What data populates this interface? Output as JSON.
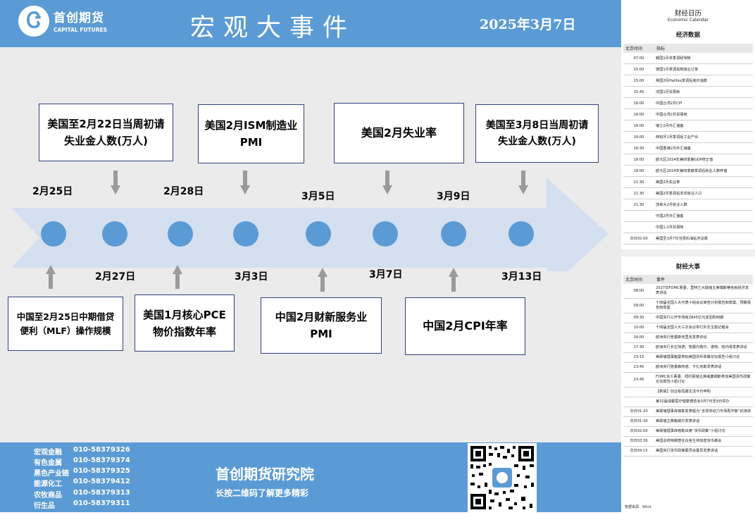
{
  "header": {
    "logo_cn": "首创期货",
    "logo_en": "CAPITAL FUTURES",
    "title": "宏观大事件",
    "date": "2025年3月7日"
  },
  "timeline_top": [
    {
      "date": "2月25日",
      "event": "美国至2月22日当周初请失业金人数(万人)"
    },
    {
      "date": "2月28日",
      "event": "美国2月ISM制造业PMI"
    },
    {
      "date": "3月5日",
      "event": "美国2月失业率"
    },
    {
      "date": "3月9日",
      "event": "美国至3月8日当周初请失业金人数(万人)"
    }
  ],
  "timeline_bottom": [
    {
      "date": "2月27日",
      "event": "中国至2月25日中期借贷便利（MLF）操作规模"
    },
    {
      "date": "3月3日",
      "event": "美国1月核心PCE物价指数年率"
    },
    {
      "date": "3月7日",
      "event": "中国2月财新服务业PMI"
    },
    {
      "date": "3月13日",
      "event": "中国2月CPI年率"
    }
  ],
  "footer": {
    "contacts": [
      {
        "dept": "宏观金融",
        "phone": "010-58379326"
      },
      {
        "dept": "有色金属",
        "phone": "010-58379374"
      },
      {
        "dept": "黑色产业链",
        "phone": "010-58379325"
      },
      {
        "dept": "能源化工",
        "phone": "010-58379412"
      },
      {
        "dept": "农牧商品",
        "phone": "010-58379313"
      },
      {
        "dept": "衍生品",
        "phone": "010-58379311"
      }
    ],
    "institute": "首创期货研究院",
    "slogan": "长按二维码了解更多精彩"
  },
  "calendar": {
    "title": "财经日历",
    "subtitle": "Economic Calendar",
    "econ_title": "经济数据",
    "col_time": "北京时间",
    "col_indicator": "指标",
    "econ_rows": [
      {
        "time": "07:00",
        "text": "韩国1月末季调经常帐"
      },
      {
        "time": "15:00",
        "text": "德国1月季调后制造业订单"
      },
      {
        "time": "15:00",
        "text": "英国2月Halifax季调后房价指数"
      },
      {
        "time": "15:45",
        "text": "法国1月贸易帐"
      },
      {
        "time": "16:00",
        "text": "中国台湾2月CPI"
      },
      {
        "time": "16:00",
        "text": "中国台湾2月贸易帐"
      },
      {
        "time": "16:00",
        "text": "瑞士2月外汇储备"
      },
      {
        "time": "16:00",
        "text": "西班牙1月季调后工业产出"
      },
      {
        "time": "16:30",
        "text": "中国香港2月外汇储备"
      },
      {
        "time": "18:00",
        "text": "欧元区2024年第四季度GDP修正值"
      },
      {
        "time": "18:00",
        "text": "欧元区2024年第四季度季调后就业人数终值"
      },
      {
        "time": "21:30",
        "text": "美国2月失业率"
      },
      {
        "time": "21:30",
        "text": "美国2月季调后非农就业人口"
      },
      {
        "time": "21:30",
        "text": "加拿大2月就业人数"
      },
      {
        "time": "",
        "text": "中国2月外汇储备"
      },
      {
        "time": "",
        "text": "中国1-2月贸易帐"
      },
      {
        "time": "次日02:00",
        "text": "美国至3月7日当周石油钻井总数"
      }
    ],
    "events_title": "财经大事",
    "col_event": "事件",
    "event_rows": [
      {
        "time": "08:00",
        "text": "2027年FOMC票委、里特兰大联储主席博斯蒂克就经济发表讲话"
      },
      {
        "time": "09:00",
        "text": "十四届全国人大代表小组会议审查计划报告和草案、预算报告和草案"
      },
      {
        "time": "09:30",
        "text": "中国央行公开市场有2845亿元逆回购到期"
      },
      {
        "time": "10:00",
        "text": "十四届全国人大三次会议举行外交主题记者会"
      },
      {
        "time": "16:00",
        "text": "欧洲央行管委斯克里克发表讲话"
      },
      {
        "time": "17:30",
        "text": "欧洲央行长拉加德、管委内格尔、诺特、帕内塔发表讲话"
      },
      {
        "time": "23:15",
        "text": "美联储理事鲍曼参加美国货币政策论坛报告小组讨论"
      },
      {
        "time": "23:45",
        "text": "欧洲央行管委森特诺、卡扎克斯发表讲话"
      },
      {
        "time": "23:45",
        "text": "FOMC永久票委、纽约联储主席威廉姆斯参加美国货币政策论坛报告小组讨论"
      },
      {
        "time": "",
        "text": "【新股】创业板恒鑫生活今日申购"
      },
      {
        "time": "",
        "text": "第32届成都医疗健康博览会3月7日至9日举办"
      },
      {
        "time": "次日01:20",
        "text": "美联储理事库格勒发表题为“全球劳动力市场再平衡”的演讲"
      },
      {
        "time": "次日01:30",
        "text": "美联储主席鲍威尔发表讲话"
      },
      {
        "time": "次日02:00",
        "text": "美联储理事库格勒出席“货币政策”小组讨论"
      },
      {
        "time": "次日03:30",
        "text": "美国总统特朗普在白宫主持加密货币峰会"
      },
      {
        "time": "次日04:15",
        "text": "美国央行货币政策委员会委员发表讲话"
      }
    ],
    "source": "数据来源：Wind"
  },
  "colors": {
    "brand_blue": "#5b9bd5",
    "arrow": "#d4dff0",
    "box_border": "#30407a"
  },
  "icons": {
    "logo": "swirl-logo-icon",
    "qr": "qr-code-icon"
  }
}
